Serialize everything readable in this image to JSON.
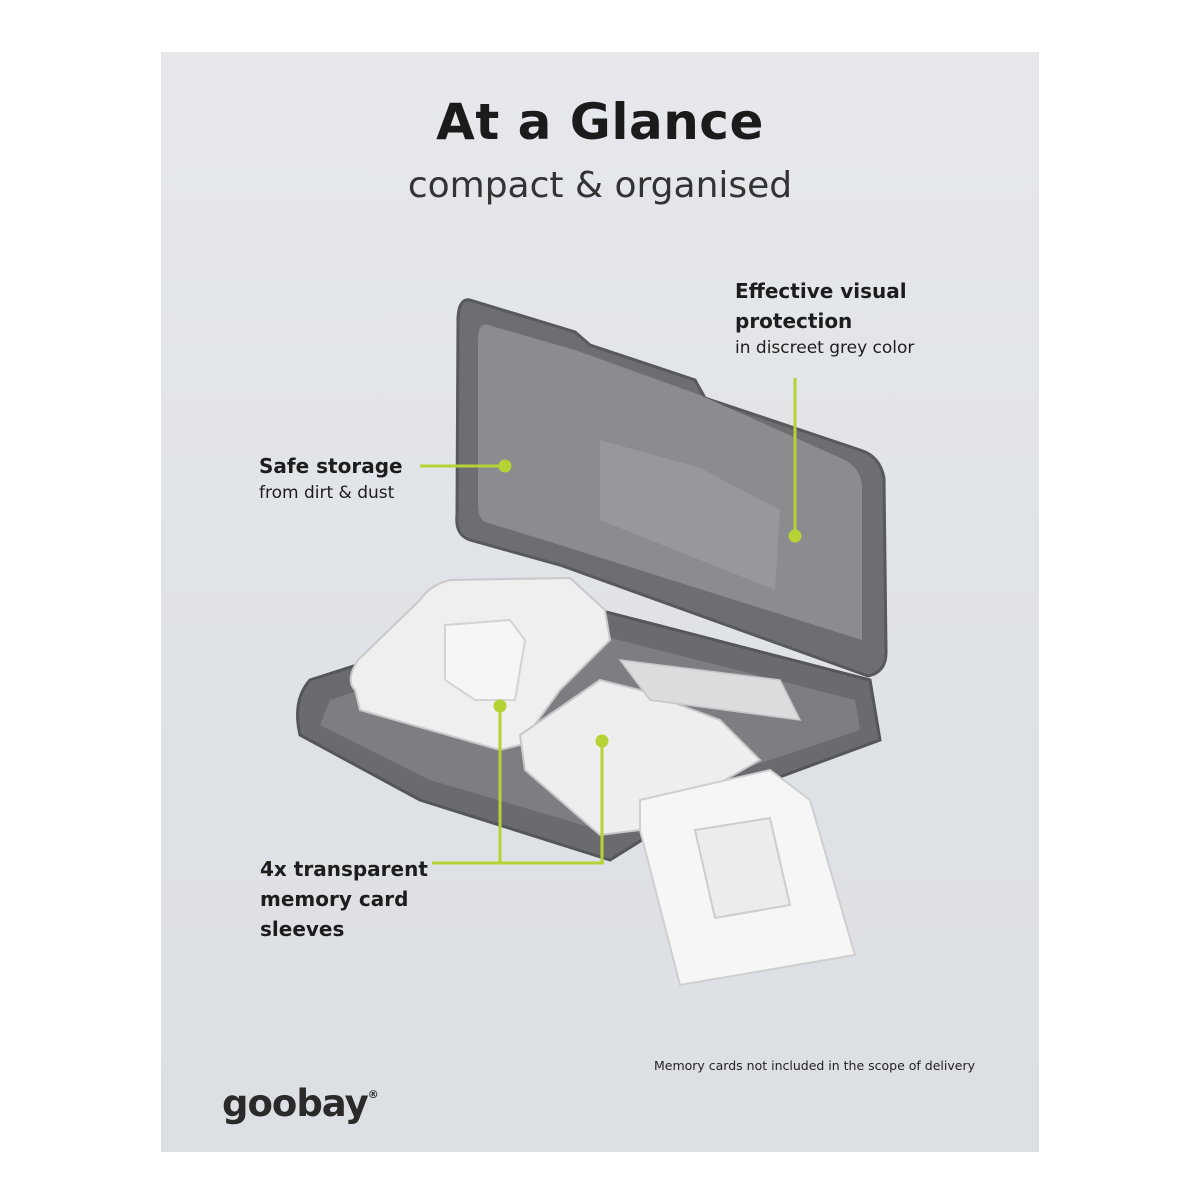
{
  "header": {
    "title": "At a Glance",
    "subtitle": "compact & organised"
  },
  "callouts": {
    "protection": {
      "title_line1": "Effective visual",
      "title_line2": "protection",
      "detail": "in discreet grey color"
    },
    "storage": {
      "title": "Safe storage",
      "detail": "from dirt & dust"
    },
    "sleeves": {
      "line1": "4x transparent",
      "line2": "memory card",
      "line3": "sleeves"
    }
  },
  "footer": {
    "brand": "goobay",
    "registered_mark": "®",
    "disclaimer": "Memory cards not included in the scope of delivery"
  },
  "colors": {
    "accent": "#b5d334",
    "case": "#6f7073",
    "background": "#e2e5e9"
  }
}
